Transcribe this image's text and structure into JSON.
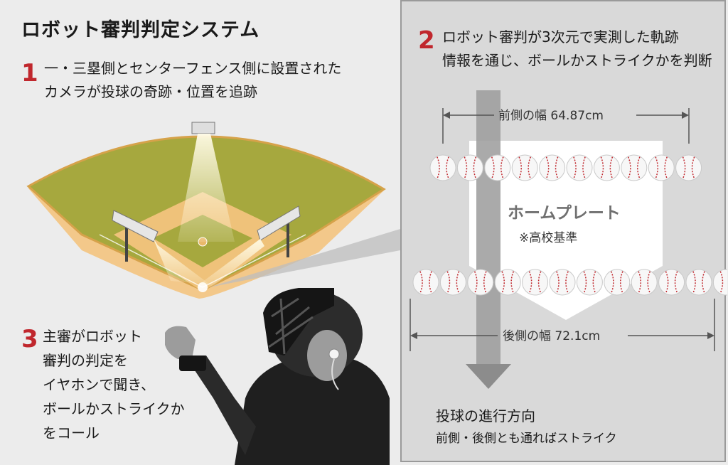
{
  "title": "ロボット審判判定システム",
  "step1": {
    "num": "1",
    "line1": "一・三塁側とセンターフェンス側に設置された",
    "line2": "カメラが投球の奇跡・位置を追跡"
  },
  "step2": {
    "num": "2",
    "line1": "ロボット審判が3次元で実測した軌跡",
    "line2": "情報を通じ、ボールかストライクかを判断"
  },
  "step3": {
    "num": "3",
    "lines": [
      "主審がロボット",
      "審判の判定を",
      "イヤホンで聞き、",
      "ボールかストライクか",
      "をコール"
    ]
  },
  "plate": {
    "name": "ホームプレート",
    "note": "※高校基準",
    "front_width": "前側の幅 64.87cm",
    "back_width": "後側の幅 72.1cm"
  },
  "direction": {
    "label": "投球の進行方向",
    "note": "前側・後側とも通ればストライク"
  },
  "colors": {
    "accent": "#c0272d",
    "field_green": "#9fa23a",
    "field_sand": "#efc27a",
    "panel_bg": "#d9d9d9"
  }
}
